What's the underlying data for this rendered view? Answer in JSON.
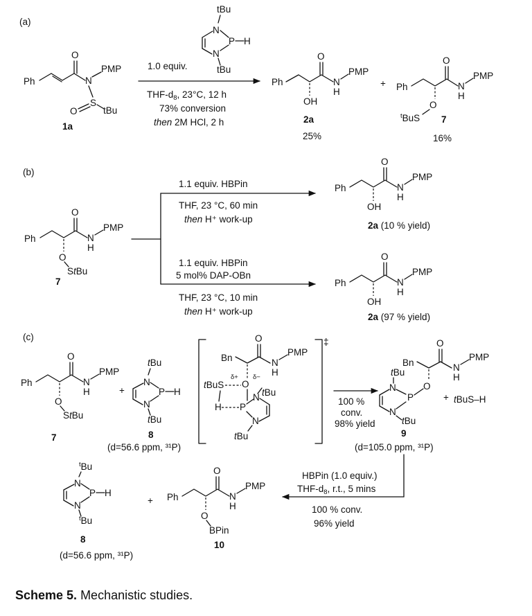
{
  "panels": {
    "a": {
      "tag": "(a)",
      "reagent_equiv": "1.0 equiv.",
      "conditions": [
        "THF-d8, 23°C, 12 h",
        "73% conversion",
        "then 2M HCl, 2 h"
      ],
      "labels": {
        "sm": "1a",
        "p1": "2a",
        "p2": "7"
      },
      "yields": {
        "p1": "25%",
        "p2": "16%"
      }
    },
    "b": {
      "tag": "(b)",
      "sm_label": "7",
      "top": {
        "above": "1.1 equiv. HBPin",
        "below1": "THF, 23 °C, 60 min",
        "below2_em": "then",
        "below2": " H⁺ work-up",
        "product": "2a",
        "yield": " (10 % yield)"
      },
      "bottom": {
        "above1": "1.1 equiv. HBPin",
        "above2": "5 mol% DAP-OBn",
        "below1": "THF, 23 °C, 10 min",
        "below2_em": "then",
        "below2": " H⁺ work-up",
        "product": "2a",
        "yield": " (97 % yield)"
      }
    },
    "c": {
      "tag": "(c)",
      "labels": {
        "sm": "7",
        "reagent": "8",
        "product": "9",
        "catalyst": "8",
        "product2": "10"
      },
      "shifts": {
        "reagent": "(d=56.6 ppm, ³¹P)",
        "product": "(d=105.0 ppm, ³¹P)",
        "catalyst": "(d=56.6 ppm, ³¹P)"
      },
      "arrow1": [
        "100 %",
        "conv.",
        "98% yield"
      ],
      "ts_mark": "‡",
      "byproduct": "tBuS–H",
      "arrow2_above": [
        "HBPin (1.0 equiv.)",
        "THF-d8, r.t., 5 mins"
      ],
      "arrow2_below": [
        "100 % conv.",
        "96% yield"
      ]
    }
  },
  "caption": {
    "bold": "Scheme 5.",
    "rest": " Mechanistic studies."
  }
}
